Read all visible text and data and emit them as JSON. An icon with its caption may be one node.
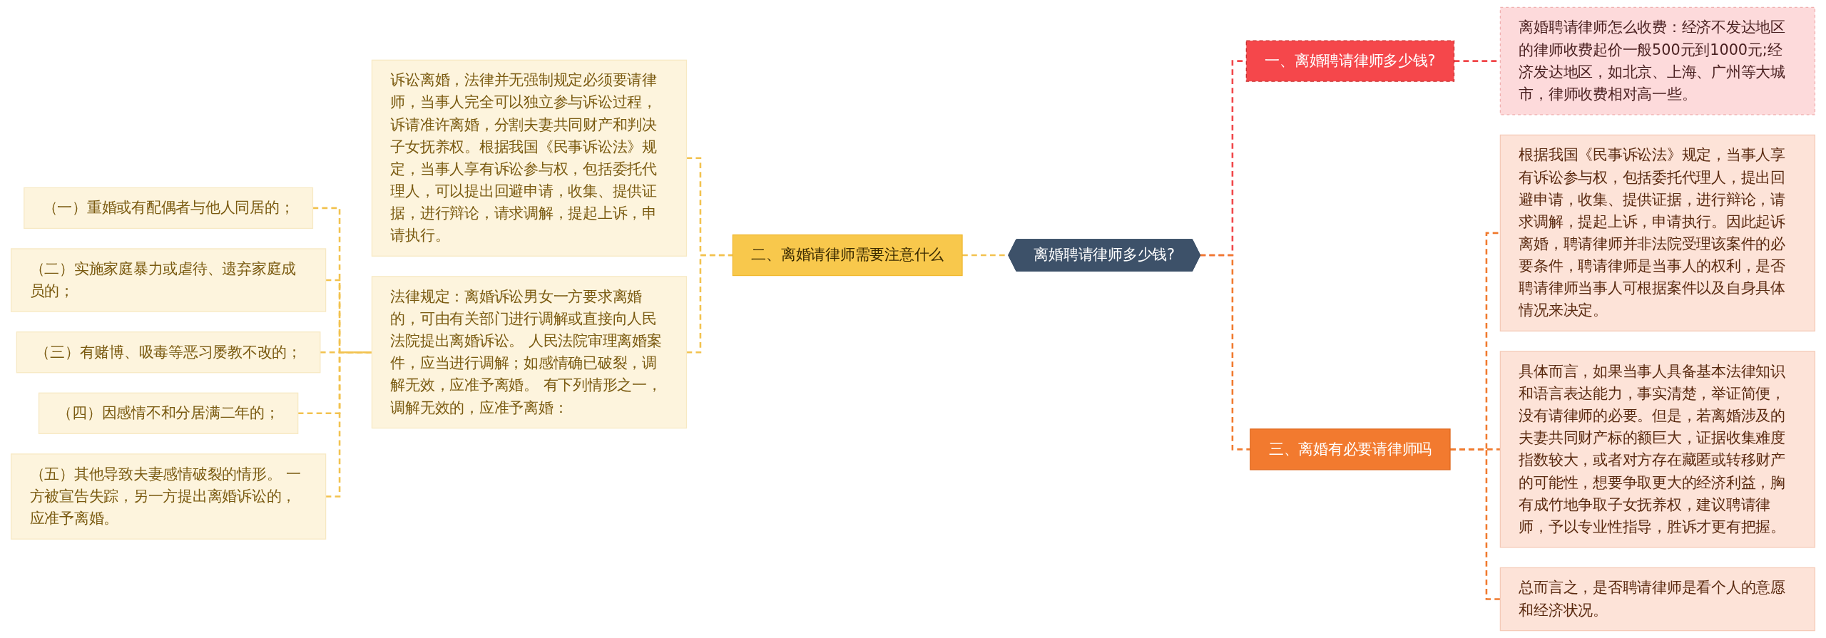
{
  "diagram": {
    "nodes": [
      {
        "text": [
          "离婚聘请律师多少钱?"
        ]
      },
      {
        "text": [
          "一、离婚聘请律师多少钱?"
        ]
      },
      {
        "text": [
          "离婚聘请律师怎么收费：经济不发达地区的律师收费起价一般500元到1000元;经济发达地区，如北京、上海、广州等大城市，律师收费相对高一些。"
        ]
      },
      {
        "text": [
          "二、离婚请律师需要注意什么"
        ]
      },
      {
        "text": [
          "诉讼离婚，法律并无强制规定必须要请律师，当事人完全可以独立参与诉讼过程，诉请准许离婚，分割夫妻共同财产和判决子女抚养权。根据我国《民事诉讼法》规定，当事人享有诉讼参与权，包括委托代理人，可以提出回避申请，收集、提供证据，进行辩论，请求调解，提起上诉，申请执行。"
        ]
      },
      {
        "text": [
          "法律规定：离婚诉讼男女一方要求离婚的，可由有关部门进行调解或直接向人民法院提出离婚诉讼。 人民法院审理离婚案件，应当进行调解；如感情确已破裂，调解无效，应准予离婚。 有下列情形之一，调解无效的，应准予离婚："
        ]
      },
      {
        "text": [
          "（一）重婚或有配偶者与他人同居的；"
        ]
      },
      {
        "text": [
          "（二）实施家庭暴力或虐待、遗弃家庭成员的；"
        ]
      },
      {
        "text": [
          "（三）有赌博、吸毒等恶习屡教不改的；"
        ]
      },
      {
        "text": [
          "（四）因感情不和分居满二年的；"
        ]
      },
      {
        "text": [
          "（五）其他导致夫妻感情破裂的情形。 一方被宣告失踪，另一方提出离婚诉讼的，应准予离婚。"
        ]
      },
      {
        "text": [
          "三、离婚有必要请律师吗"
        ]
      },
      {
        "text": [
          "根据我国《民事诉讼法》规定，当事人享有诉讼参与权，包括委托代理人，提出回避申请，收集、提供证据，进行辩论，请求调解，提起上诉，申请执行。因此起诉离婚，聘请律师并非法院受理该案件的必要条件，聘请律师是当事人的权利，是否聘请律师当事人可根据案件以及自身具体情况来决定。"
        ]
      },
      {
        "text": [
          "具体而言，如果当事人具备基本法律知识和语言表达能力，事实清楚，举证简便，没有请律师的必要。但是，若离婚涉及的夫妻共同财产标的额巨大，证据收集难度指数较大，或者对方存在藏匿或转移财产的可能性，想要争取更大的经济利益，胸有成竹地争取子女抚养权，建议聘请律师，予以专业性指导，胜诉才更有把握。"
        ]
      },
      {
        "text": [
          "总而言之，是否聘请律师是看个人的意愿和经济状况。"
        ]
      }
    ],
    "edges": [
      {
        "from": 0,
        "to": 1,
        "arrow": "none",
        "style": "dashed",
        "color": "#f0474a"
      },
      {
        "from": 1,
        "to": 2,
        "arrow": "none",
        "style": "dashed",
        "color": "#f0474a"
      },
      {
        "from": 3,
        "to": 0,
        "arrow": "none",
        "style": "dashed"
      },
      {
        "from": 4,
        "to": 3,
        "arrow": "none",
        "style": "dashed"
      },
      {
        "from": 5,
        "to": 3,
        "arrow": "none",
        "style": "dashed"
      },
      {
        "from": 6,
        "to": 5,
        "arrow": "none",
        "style": "dashed"
      },
      {
        "from": 7,
        "to": 5,
        "arrow": "none",
        "style": "dashed"
      },
      {
        "from": 8,
        "to": 5,
        "arrow": "none",
        "style": "dashed"
      },
      {
        "from": 9,
        "to": 5,
        "arrow": "none",
        "style": "dashed"
      },
      {
        "from": 10,
        "to": 5,
        "arrow": "none",
        "style": "dashed"
      },
      {
        "from": 0,
        "to": 11,
        "arrow": "none",
        "style": "dashed",
        "color": "#f07a2e"
      },
      {
        "from": 11,
        "to": 12,
        "arrow": "none",
        "style": "dashed",
        "color": "#f07a2e"
      },
      {
        "from": 11,
        "to": 13,
        "arrow": "none",
        "style": "dashed",
        "color": "#f07a2e"
      },
      {
        "from": 11,
        "to": 14,
        "arrow": "none",
        "style": "dashed",
        "color": "#f07a2e"
      }
    ]
  }
}
